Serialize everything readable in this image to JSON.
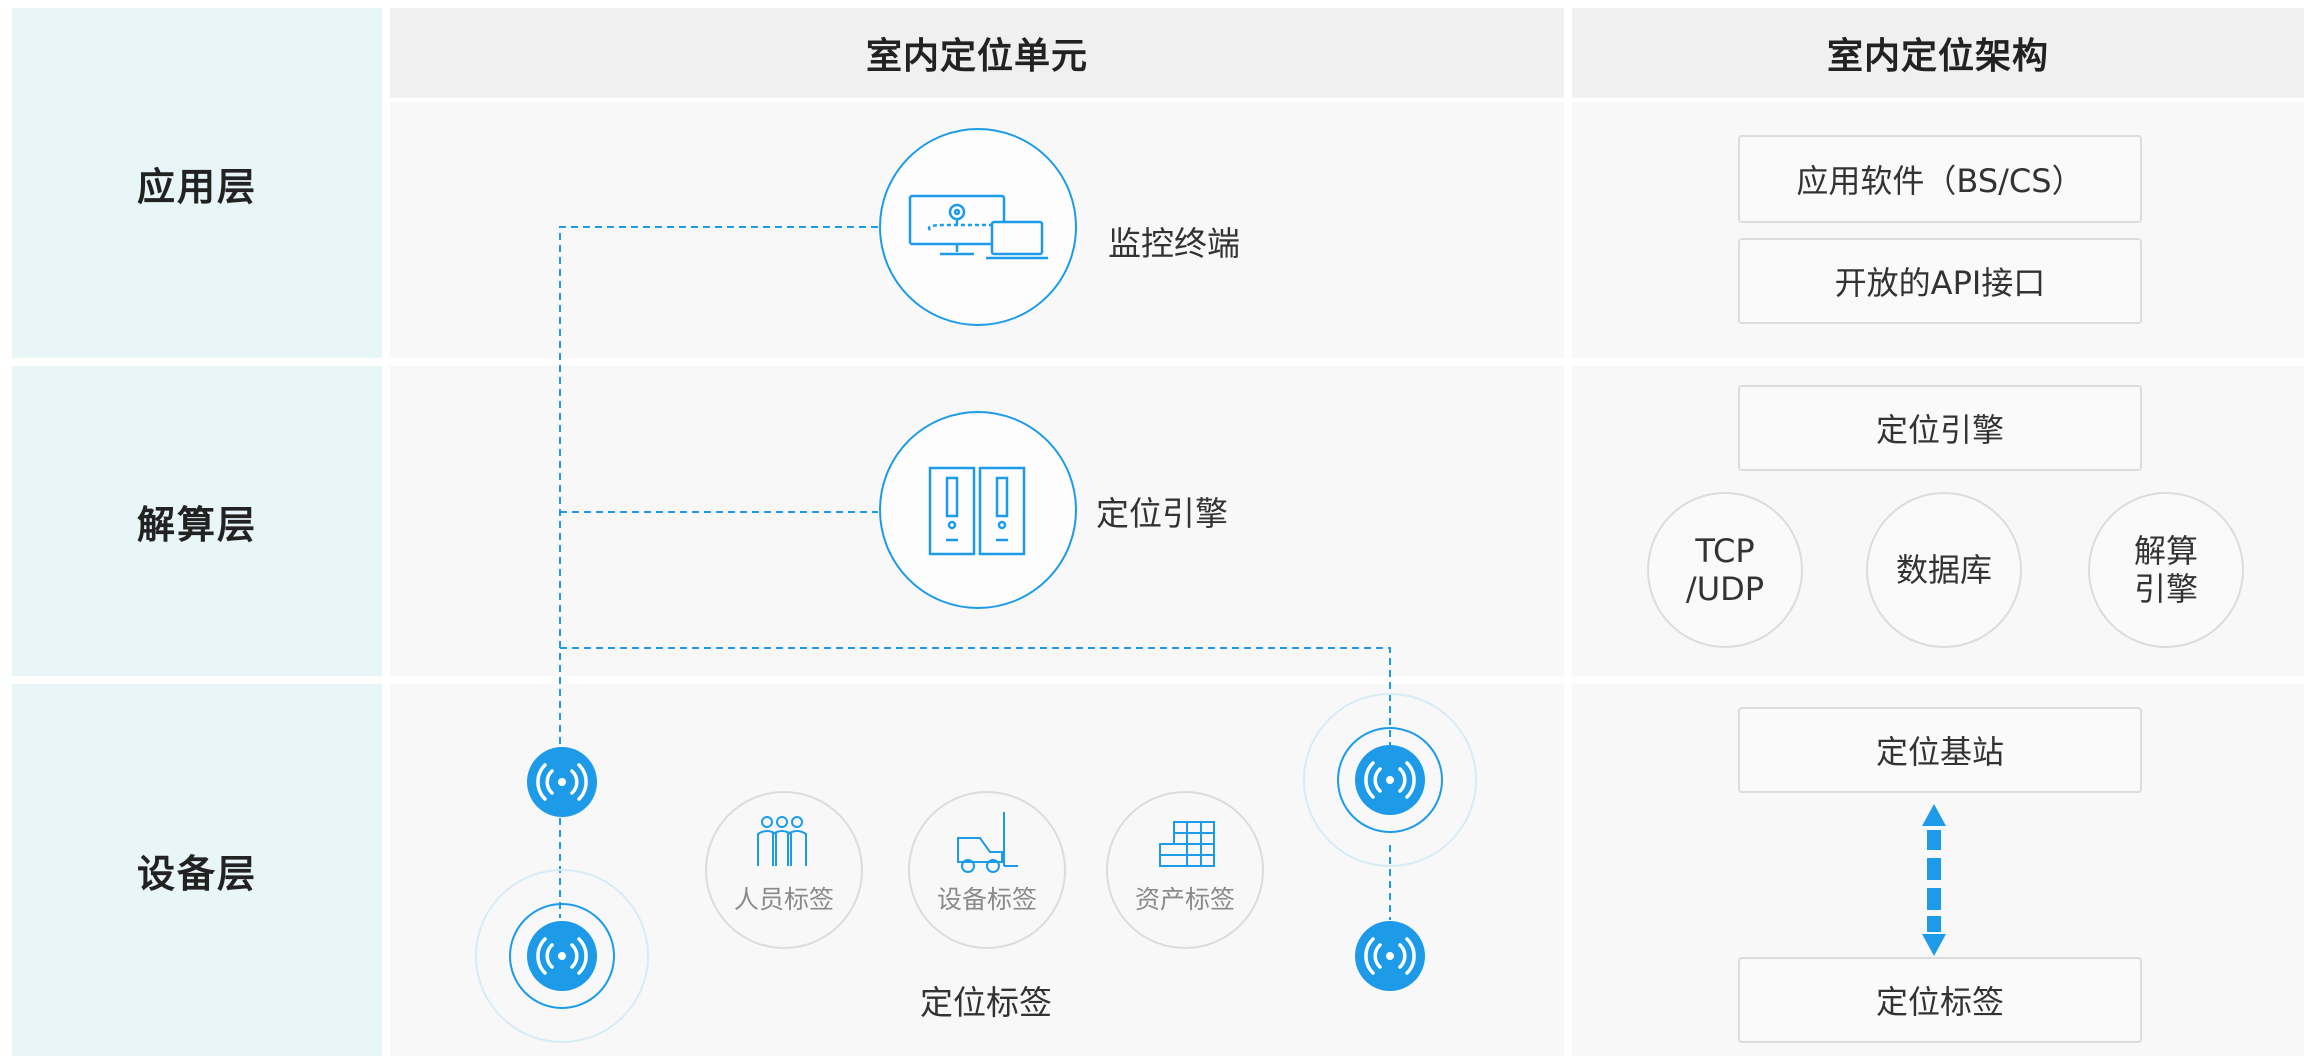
{
  "layers": {
    "application": "应用层",
    "computing": "解算层",
    "device": "设备层"
  },
  "headers": {
    "unit": "室内定位单元",
    "architecture": "室内定位架构"
  },
  "unit": {
    "monitor_terminal": "监控终端",
    "positioning_engine": "定位引擎",
    "tags_title": "定位标签",
    "tags": [
      "人员标签",
      "设备标签",
      "资产标签"
    ]
  },
  "architecture": {
    "app_software": "应用软件（BS/CS）",
    "open_api": "开放的API接口",
    "engine": "定位引擎",
    "tcp_udp": "TCP\n/UDP",
    "database": "数据库",
    "solve_engine": "解算\n引擎",
    "base_station": "定位基站",
    "tag": "定位标签"
  },
  "colors": {
    "accent": "#1d9be8",
    "layer_bg": "#e9f6f8",
    "header_bg": "#f0f0f0"
  }
}
